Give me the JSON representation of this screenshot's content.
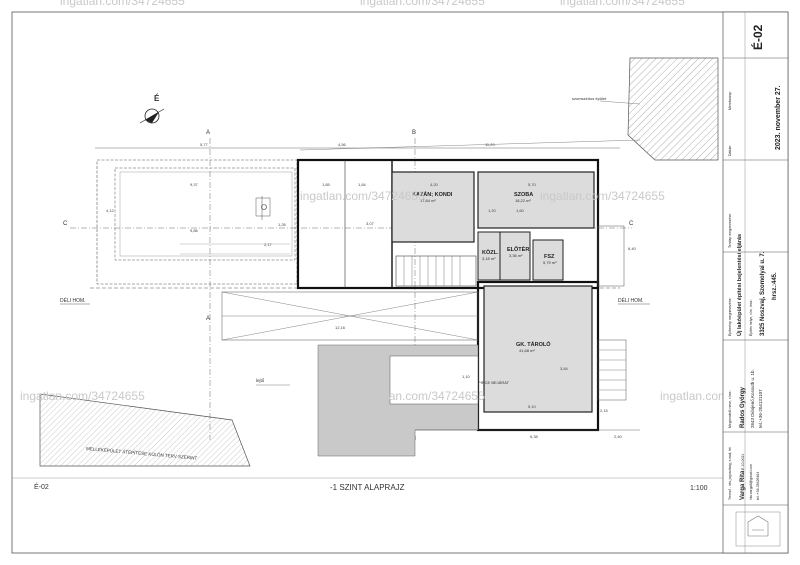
{
  "watermark": "ingatlan.com/34724655",
  "drawing": {
    "code": "É-02",
    "title": "-1 SZINT ALAPRAJZ",
    "scale": "1:100"
  },
  "labels": {
    "neighbor": "szomszédos épület",
    "deli_hom": "DÉLI HOM.",
    "section_a": "A",
    "section_b": "B",
    "section_c": "C",
    "lejto": "lejtő",
    "melleképulet_note": "MELLÉKÉPÜLET ÁTÉPÍTÉSE KÜLÖN TERV SZERINT",
    "pince_bejarat": "PINCE BEJÁRAT"
  },
  "rooms": [
    {
      "name": "KAZÁN; KONDI",
      "area": "17,64 m²"
    },
    {
      "name": "SZOBA",
      "area": "18,22 m²"
    },
    {
      "name": "KÖZL.",
      "area": "3,18 m²"
    },
    {
      "name": "ELŐTÉR",
      "area": "3,36 m²"
    },
    {
      "name": "FSZ",
      "area": "5,79 m²"
    },
    {
      "name": "GK. TÁROLÓ",
      "area": "41,68 m²"
    }
  ],
  "dims": {
    "d577": "5,77",
    "d456": "4,56",
    "d1120": "11,20",
    "d937": "9,37",
    "d986": "9,86",
    "d412": "4,12",
    "d420": "4,20",
    "d570": "5,70",
    "d1216": "12,16",
    "d510": "5,10",
    "d638": "6,38",
    "d240": "2,40",
    "d215": "2,15",
    "d307": "3,07",
    "d640": "6,40",
    "d384": "3,84",
    "d120": "1,20",
    "d160": "1,60",
    "d185": "1,85",
    "d184": "1,84",
    "d126": "1,26",
    "d217": "2,17",
    "d160b": "1,60",
    "d110": "1,10"
  },
  "title_block": {
    "sheet_no": "É-02",
    "date_label": "Dátum:",
    "date": "2023. november 27.",
    "scale_label": "Méretarány:",
    "plan_title_label": "Tervlap megnevezése:",
    "project_label": "Építmény megnevezése:",
    "project": "Új lakóépület építési bejelentési eljárás",
    "site_label": "Építés helye, cím, hrsz.:",
    "site": "3325 Noszvaj, Szomolyai u. 7.",
    "hrsz": "hrsz.:445.",
    "client_label": "Megrendelő neve, címe:",
    "client_name": "Rados György",
    "client_addr": "2643 Diósjenő,Kossuth u. 1b.",
    "client_tel": "tel.:+36-204131107",
    "designer_label": "Tervező - név, jogosultság, e-mail, tel:",
    "designer_name": "Varga Rita",
    "designer_reg": "É-10-0021",
    "designer_email": "rita.varga6@gmail.com",
    "designer_tel": "tel.:+36-35426464"
  }
}
